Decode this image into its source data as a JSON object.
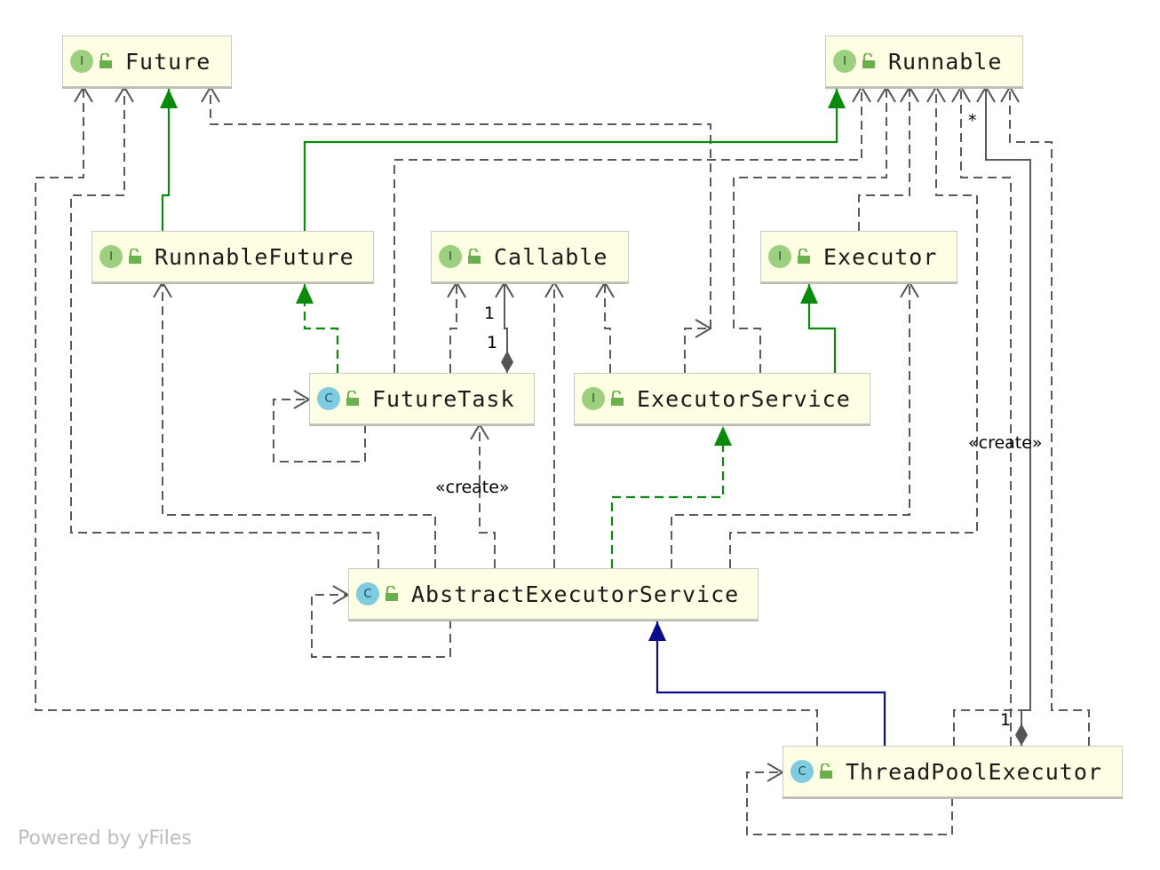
{
  "nodes": {
    "future": {
      "name": "Future",
      "kind": "I"
    },
    "runnable": {
      "name": "Runnable",
      "kind": "I"
    },
    "runnable_future": {
      "name": "RunnableFuture",
      "kind": "I"
    },
    "callable": {
      "name": "Callable",
      "kind": "I"
    },
    "executor": {
      "name": "Executor",
      "kind": "I"
    },
    "future_task": {
      "name": "FutureTask",
      "kind": "C"
    },
    "executor_service": {
      "name": "ExecutorService",
      "kind": "I"
    },
    "abstract_executor_service": {
      "name": "AbstractExecutorService",
      "kind": "C"
    },
    "thread_pool_executor": {
      "name": "ThreadPoolExecutor",
      "kind": "C"
    }
  },
  "labels": {
    "callable_mult_top": "1",
    "callable_mult_bottom": "1",
    "runnable_star": "*",
    "tpe_mult": "1",
    "create_futuretask": "«create»",
    "create_tpe": "«create»"
  },
  "colors": {
    "extends_interface": "#0a8a0a",
    "extends_class": "#0a0a8c",
    "dependency": "#5a5a5a",
    "node_fill": "#fefee4",
    "interface_badge": "#9cd07e",
    "class_badge": "#7fcbe0"
  },
  "watermark": "Powered by yFiles"
}
